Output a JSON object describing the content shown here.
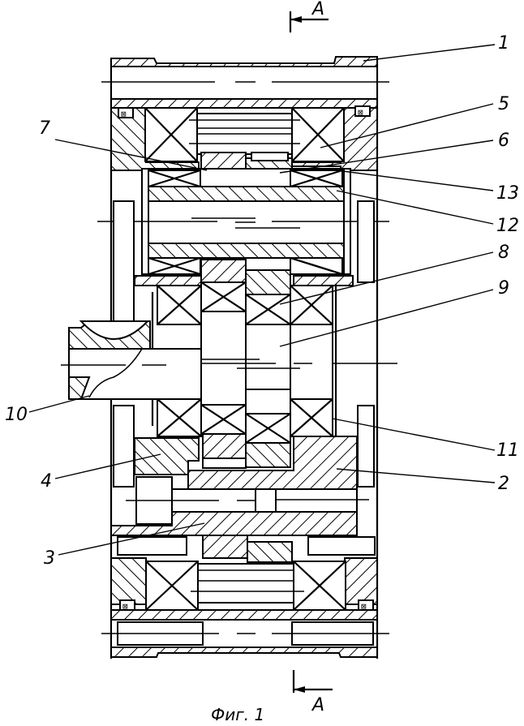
{
  "figure": {
    "caption": "Фиг. 1",
    "section_marker_top": "A",
    "section_marker_bottom": "A"
  },
  "labels": {
    "l1": "1",
    "l2": "2",
    "l3": "3",
    "l4": "4",
    "l5": "5",
    "l6": "6",
    "l7": "7",
    "l8": "8",
    "l9": "9",
    "l10": "10",
    "l11": "11",
    "l12": "12",
    "l13": "13"
  },
  "colors": {
    "ink": "#000000",
    "paper": "#ffffff"
  }
}
